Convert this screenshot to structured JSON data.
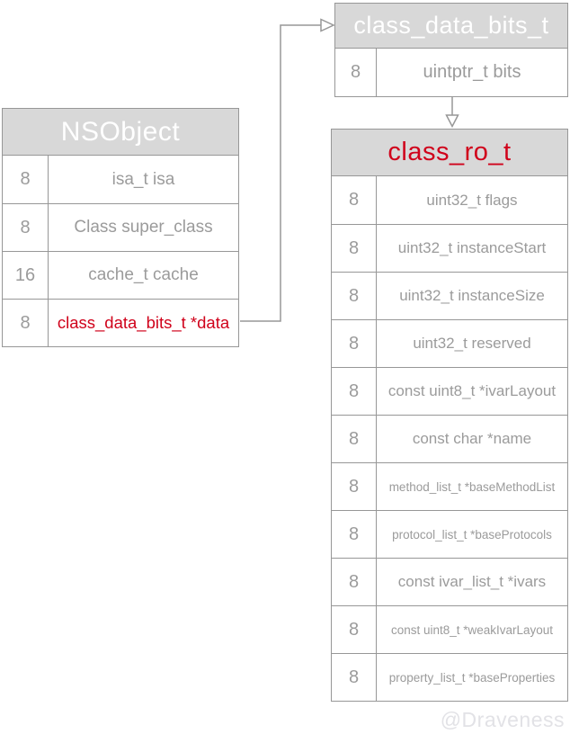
{
  "watermark": "@Draveness",
  "colors": {
    "header_fill": "#d8d8d8",
    "border": "#979797",
    "text_gray": "#9b9b9b",
    "text_red": "#d0021b",
    "title_white": "#ffffff",
    "watermark": "#e2e2e6"
  },
  "tables": {
    "nsobject": {
      "title": "NSObject",
      "rows": [
        {
          "size": "8",
          "label": "isa_t isa"
        },
        {
          "size": "8",
          "label": "Class super_class"
        },
        {
          "size": "16",
          "label": "cache_t cache"
        },
        {
          "size": "8",
          "label": "class_data_bits_t *data",
          "highlight": true
        }
      ]
    },
    "bits": {
      "title": "class_data_bits_t",
      "rows": [
        {
          "size": "8",
          "label": "uintptr_t bits"
        }
      ]
    },
    "ro": {
      "title": "class_ro_t",
      "rows": [
        {
          "size": "8",
          "label": "uint32_t flags"
        },
        {
          "size": "8",
          "label": "uint32_t instanceStart"
        },
        {
          "size": "8",
          "label": "uint32_t instanceSize"
        },
        {
          "size": "8",
          "label": "uint32_t reserved"
        },
        {
          "size": "8",
          "label": "const uint8_t *ivarLayout"
        },
        {
          "size": "8",
          "label": "const char *name"
        },
        {
          "size": "8",
          "label": "method_list_t *baseMethodList",
          "small": true
        },
        {
          "size": "8",
          "label": "protocol_list_t *baseProtocols",
          "small": true
        },
        {
          "size": "8",
          "label": "const ivar_list_t *ivars"
        },
        {
          "size": "8",
          "label": "const uint8_t *weakIvarLayout",
          "small": true
        },
        {
          "size": "8",
          "label": "property_list_t *baseProperties",
          "small": true
        }
      ]
    }
  }
}
